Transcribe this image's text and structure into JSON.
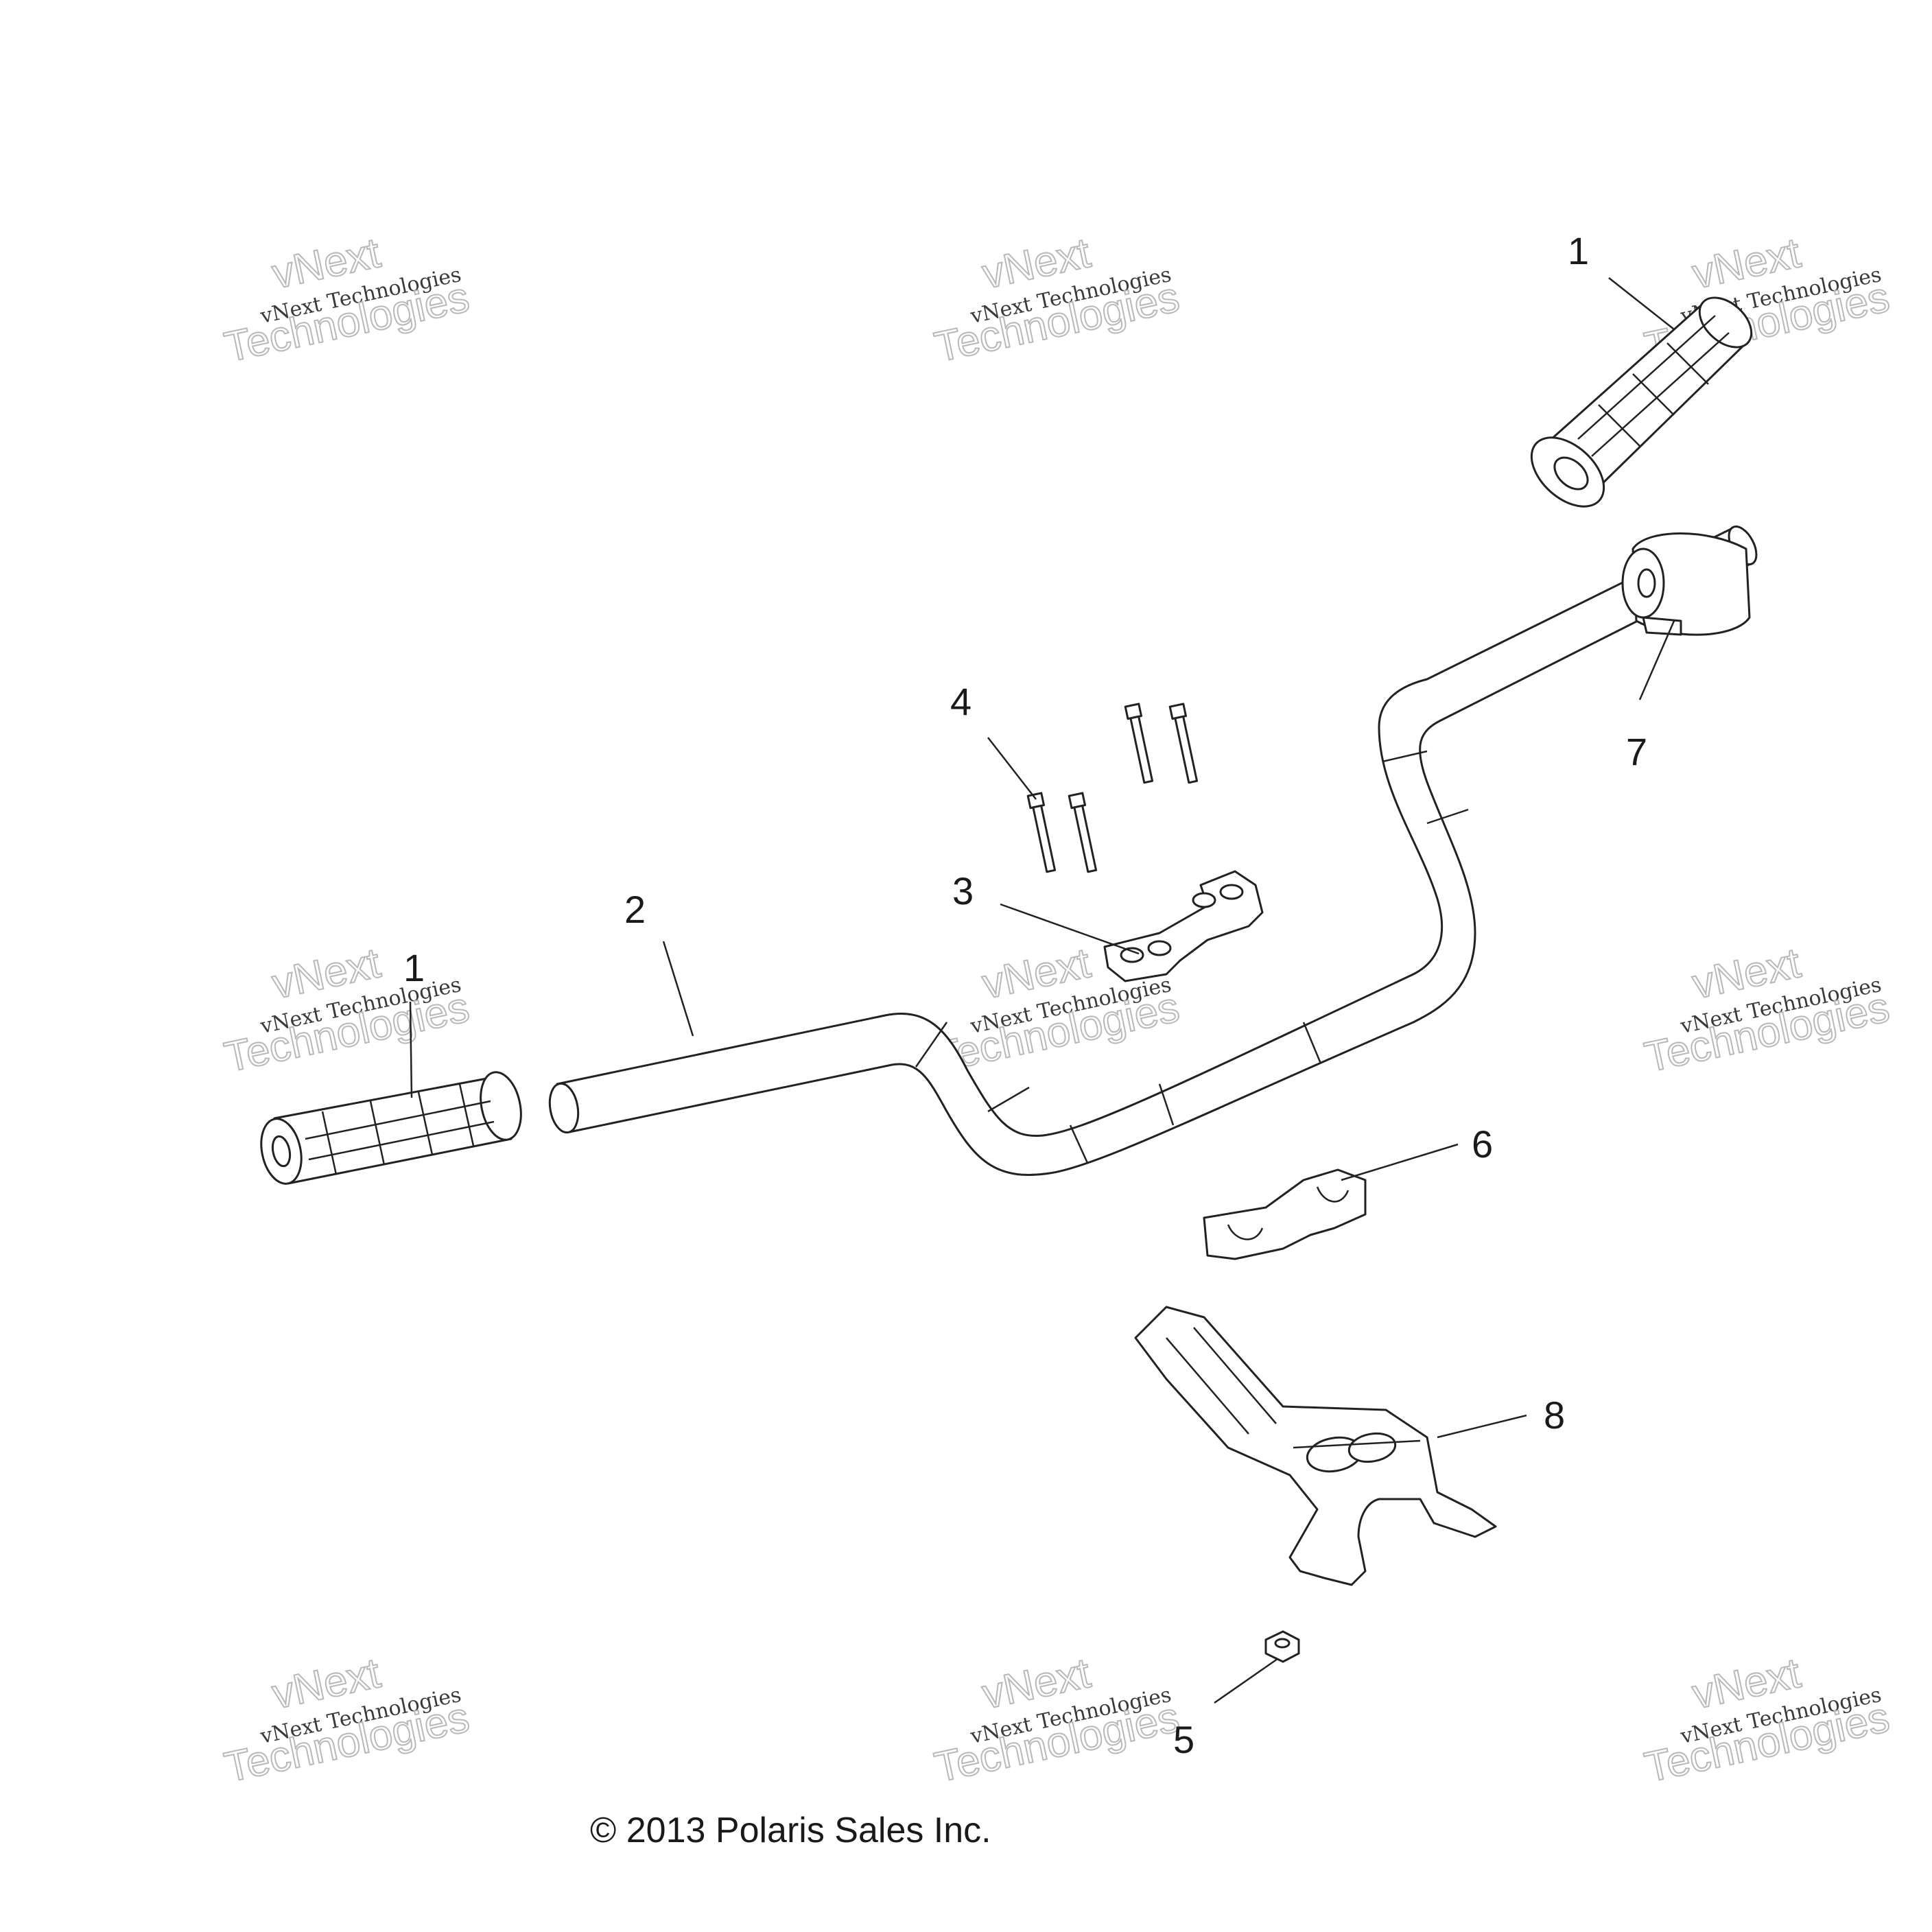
{
  "callouts": {
    "grip_left": "1",
    "grip_right": "1",
    "handlebar": "2",
    "upper_clamp": "3",
    "bolts": "4",
    "nut": "5",
    "lower_clamp": "6",
    "thumb_throttle": "7",
    "mount_bracket": "8"
  },
  "watermark": {
    "line1": "vNext",
    "line2": "vNext Technologies",
    "line3": "Technologies"
  },
  "copyright": "© 2013 Polaris Sales Inc.",
  "colors": {
    "line": "#222222",
    "watermark": "#b8b8b8",
    "background": "#ffffff"
  }
}
